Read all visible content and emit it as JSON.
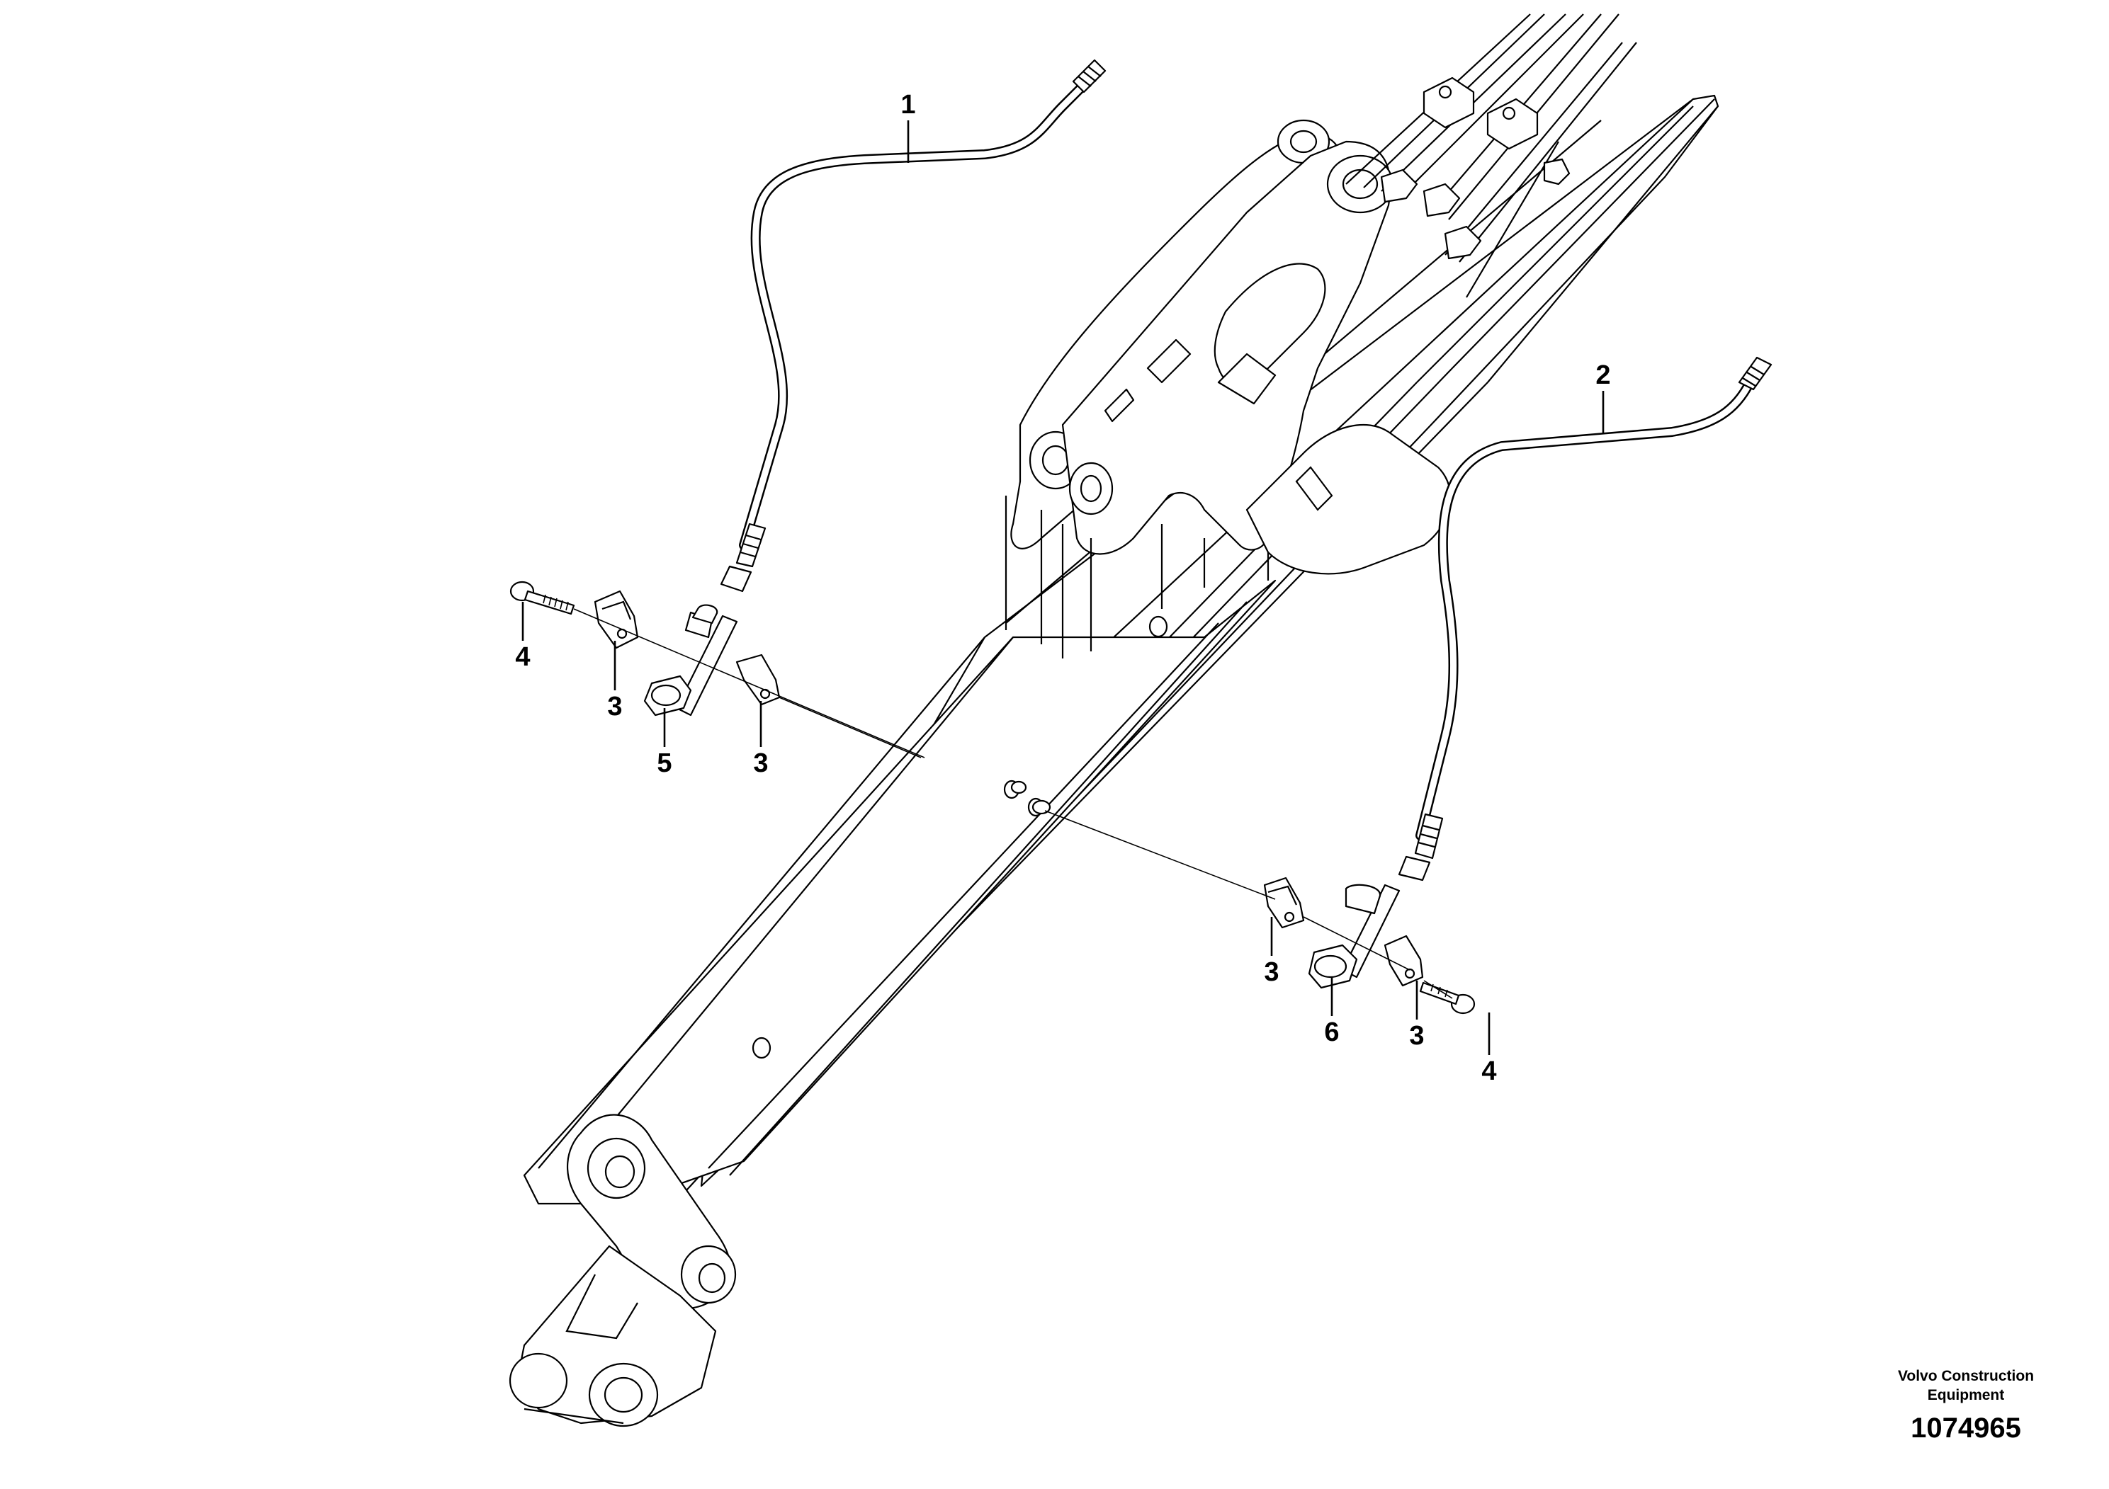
{
  "diagram": {
    "callouts": [
      {
        "id": "c1a",
        "text": "1"
      },
      {
        "id": "c2a",
        "text": "2"
      },
      {
        "id": "c3a",
        "text": "3"
      },
      {
        "id": "c3b",
        "text": "3"
      },
      {
        "id": "c3c",
        "text": "3"
      },
      {
        "id": "c3d",
        "text": "3"
      },
      {
        "id": "c4a",
        "text": "4"
      },
      {
        "id": "c4b",
        "text": "4"
      },
      {
        "id": "c5a",
        "text": "5"
      },
      {
        "id": "c6a",
        "text": "6"
      }
    ],
    "brand": {
      "line1": "Volvo Construction",
      "line2": "Equipment"
    },
    "document_number": "1074965"
  }
}
